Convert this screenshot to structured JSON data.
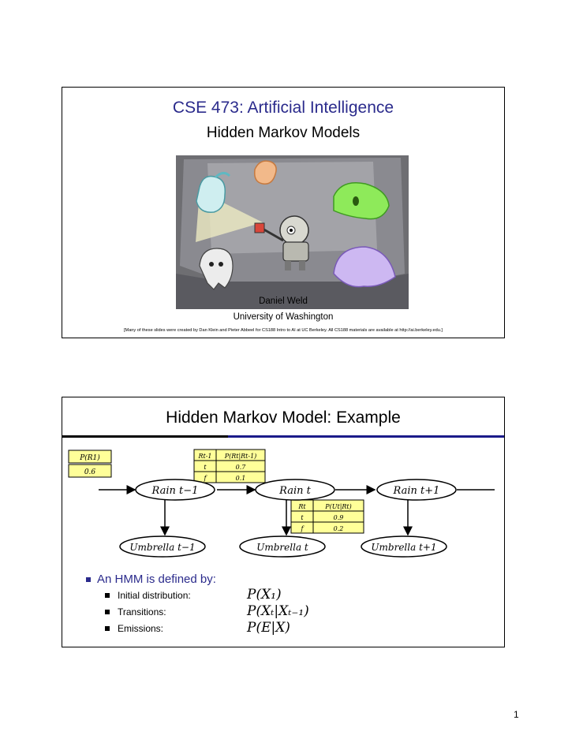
{
  "slide1": {
    "title": "CSE 473: Artificial Intelligence",
    "subtitle": "Hidden Markov Models",
    "author": "Daniel Weld",
    "affiliation": "University of Washington",
    "credit": "[Many of these slides were created by Dan Klein and Pieter Abbeel for CS188 Intro to AI at UC Berkeley.  All CS188 materials are available at http://ai.berkeley.edu.]"
  },
  "slide2": {
    "title": "Hidden Markov Model: Example",
    "prior_table": {
      "header": "P(R1)",
      "value": "0.6"
    },
    "transition_table": {
      "headers": [
        "Rt-1",
        "P(Rt|Rt-1)"
      ],
      "rows": [
        [
          "t",
          "0.7"
        ],
        [
          "f",
          "0.1"
        ]
      ]
    },
    "emission_table": {
      "headers": [
        "Rt",
        "P(Ut|Rt)"
      ],
      "rows": [
        [
          "t",
          "0.9"
        ],
        [
          "f",
          "0.2"
        ]
      ]
    },
    "nodes": {
      "rain": [
        "Rain t−1",
        "Rain t",
        "Rain t+1"
      ],
      "umbrella": [
        "Umbrella t−1",
        "Umbrella t",
        "Umbrella t+1"
      ]
    },
    "bullet_main": "An HMM is defined by:",
    "bullets": [
      {
        "label": "Initial distribution:",
        "math": "P(X₁)"
      },
      {
        "label": "Transitions:",
        "math": "P(Xₜ|Xₜ₋₁)"
      },
      {
        "label": "Emissions:",
        "math": "P(E|X)"
      }
    ]
  },
  "page_number": "1",
  "colors": {
    "title_blue": "#2b2b8c",
    "table_yellow": "#ffff99",
    "rule_blue": "#1b1b8a"
  }
}
